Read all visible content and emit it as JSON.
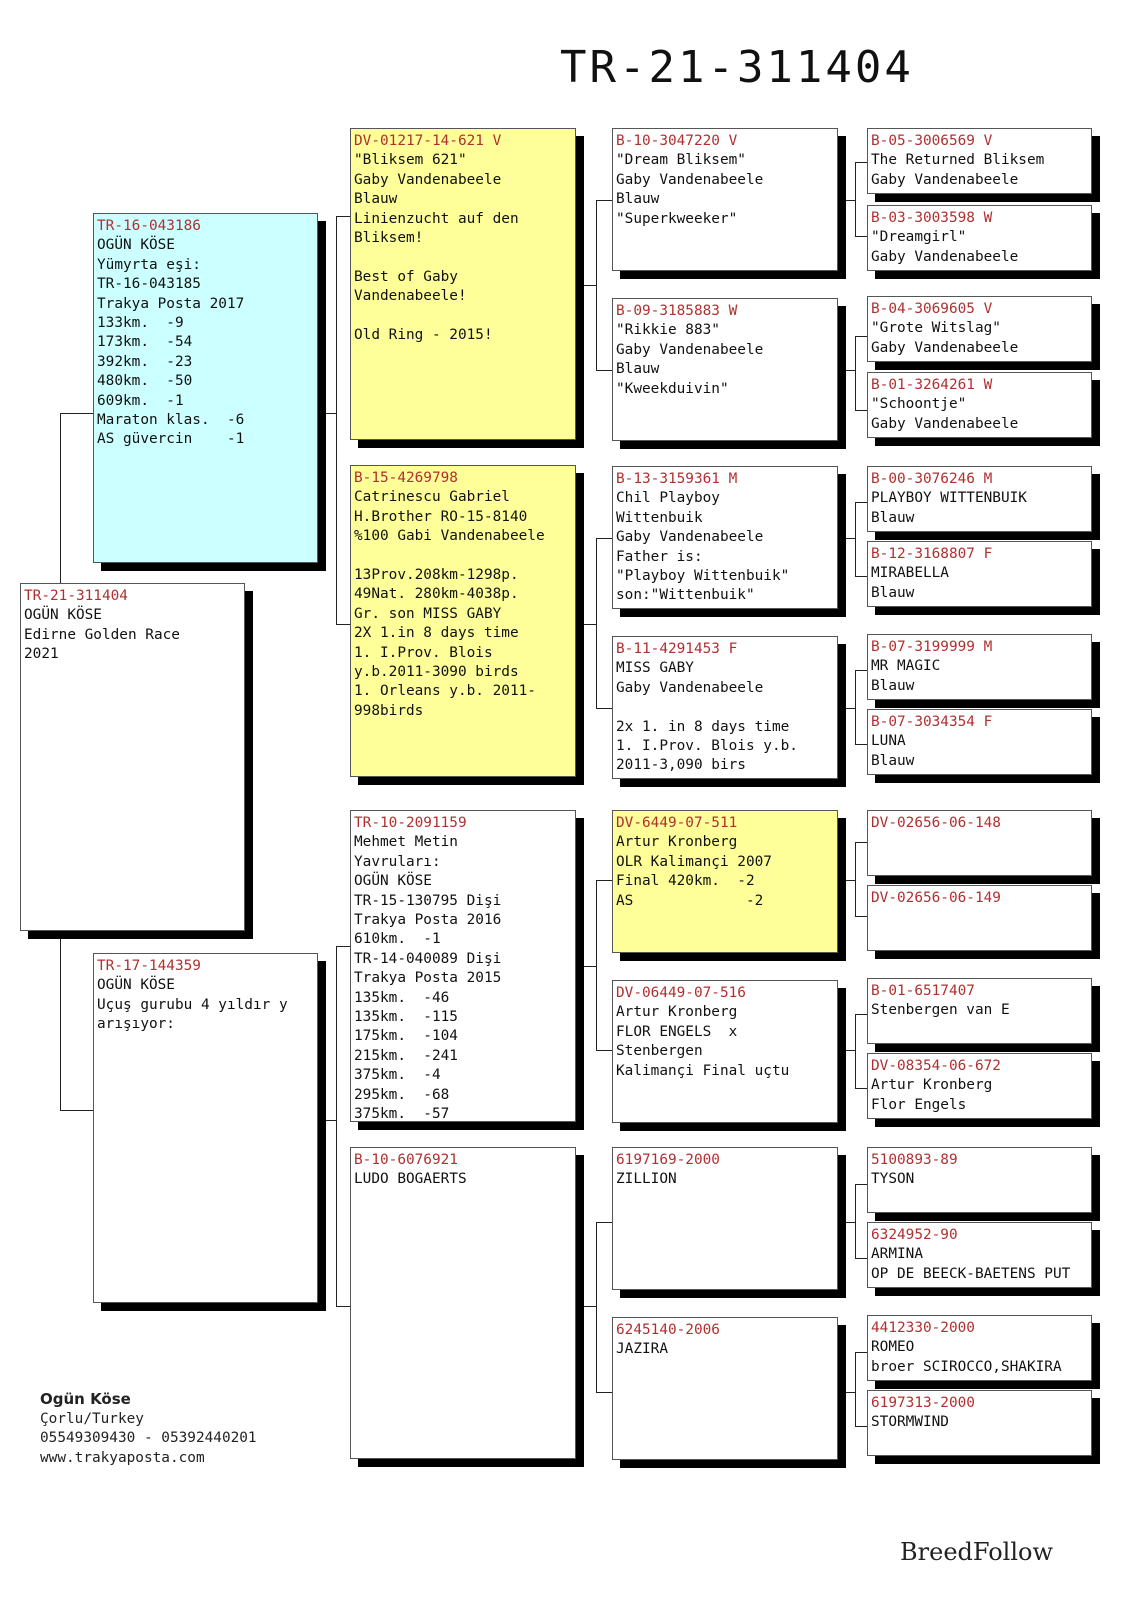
{
  "title": "TR-21-311404",
  "boxes": {
    "subject": {
      "id": "TR-21-311404",
      "lines": [
        "OGÜN KÖSE",
        "Edirne Golden Race",
        "2021"
      ]
    },
    "sire": {
      "id": "TR-16-043186",
      "lines": [
        "OGÜN KÖSE",
        "Yümyrta eşi:",
        "TR-16-043185",
        "Trakya Posta 2017",
        "133km.  -9",
        "173km.  -54",
        "392km.  -23",
        "480km.  -50",
        "609km.  -1",
        "Maraton klas.  -6",
        "AS güvercin    -1"
      ]
    },
    "dam": {
      "id": "TR-17-144359",
      "lines": [
        "OGÜN KÖSE",
        "Uçuş gurubu 4 yıldır y",
        "arışıyor:"
      ]
    },
    "ss": {
      "id": "DV-01217-14-621 V",
      "lines": [
        "\"Bliksem 621\"",
        "Gaby Vandenabeele",
        "Blauw",
        "Linienzucht auf den",
        "Bliksem!",
        "",
        "Best of Gaby",
        "Vandenabeele!",
        "",
        "Old Ring - 2015!"
      ]
    },
    "sd": {
      "id": "B-15-4269798",
      "lines": [
        "Catrinescu Gabriel",
        "H.Brother RO-15-8140",
        "%100 Gabi Vandenabeele",
        "",
        "13Prov.208km-1298p.",
        "49Nat. 280km-4038p.",
        "Gr. son MISS GABY",
        "2X 1.in 8 days time",
        "1. I.Prov. Blois",
        "y.b.2011-3090 birds",
        "1. Orleans y.b. 2011-",
        "998birds"
      ]
    },
    "ds": {
      "id": "TR-10-2091159",
      "lines": [
        "Mehmet Metin",
        "Yavruları:",
        "OGÜN KÖSE",
        "TR-15-130795 Dişi",
        "Trakya Posta 2016",
        "610km.  -1",
        "TR-14-040089 Dişi",
        "Trakya Posta 2015",
        "135km.  -46",
        "135km.  -115",
        "175km.  -104",
        "215km.  -241",
        "375km.  -4",
        "295km.  -68",
        "375km.  -57"
      ]
    },
    "dd": {
      "id": "B-10-6076921",
      "lines": [
        "LUDO BOGAERTS"
      ]
    },
    "sss": {
      "id": "B-10-3047220 V",
      "lines": [
        "\"Dream Bliksem\"",
        "Gaby Vandenabeele",
        "Blauw",
        "\"Superkweeker\""
      ]
    },
    "ssd": {
      "id": "B-09-3185883 W",
      "lines": [
        "\"Rikkie 883\"",
        "Gaby Vandenabeele",
        "Blauw",
        "\"Kweekduivin\""
      ]
    },
    "sds": {
      "id": "B-13-3159361 M",
      "lines": [
        "Chil Playboy",
        "Wittenbuik",
        "Gaby Vandenabeele",
        "Father is:",
        "\"Playboy Wittenbuik\"",
        "son:\"Wittenbuik\""
      ]
    },
    "sdd": {
      "id": "B-11-4291453 F",
      "lines": [
        "MISS GABY",
        "Gaby Vandenabeele",
        "",
        "2x 1. in 8 days time",
        "1. I.Prov. Blois y.b.",
        "2011-3,090 birs"
      ]
    },
    "dss": {
      "id": "DV-6449-07-511",
      "lines": [
        "Artur Kronberg",
        "OLR Kalimançi 2007",
        "Final 420km.  -2",
        "AS             -2"
      ]
    },
    "dsd": {
      "id": "DV-06449-07-516",
      "lines": [
        "Artur Kronberg",
        "FLOR ENGELS  x",
        "Stenbergen",
        "Kalimançi Final uçtu"
      ]
    },
    "dds": {
      "id": "6197169-2000",
      "lines": [
        "ZILLION"
      ]
    },
    "ddd": {
      "id": "6245140-2006",
      "lines": [
        "JAZIRA"
      ]
    },
    "g1": {
      "id": "B-05-3006569 V",
      "lines": [
        "The Returned Bliksem",
        "Gaby Vandenabeele"
      ]
    },
    "g2": {
      "id": "B-03-3003598 W",
      "lines": [
        "\"Dreamgirl\"",
        "Gaby Vandenabeele"
      ]
    },
    "g3": {
      "id": "B-04-3069605 V",
      "lines": [
        "\"Grote Witslag\"",
        "Gaby Vandenabeele"
      ]
    },
    "g4": {
      "id": "B-01-3264261 W",
      "lines": [
        "\"Schoontje\"",
        "Gaby Vandenabeele"
      ]
    },
    "g5": {
      "id": "B-00-3076246 M",
      "lines": [
        "PLAYBOY WITTENBUIK",
        "Blauw"
      ]
    },
    "g6": {
      "id": "B-12-3168807 F",
      "lines": [
        "MIRABELLA",
        "Blauw"
      ]
    },
    "g7": {
      "id": "B-07-3199999 M",
      "lines": [
        "MR MAGIC",
        "Blauw"
      ]
    },
    "g8": {
      "id": "B-07-3034354 F",
      "lines": [
        "LUNA",
        "Blauw"
      ]
    },
    "g9": {
      "id": "DV-02656-06-148",
      "lines": []
    },
    "g10": {
      "id": "DV-02656-06-149",
      "lines": []
    },
    "g11": {
      "id": "B-01-6517407",
      "lines": [
        "Stenbergen van E"
      ]
    },
    "g12": {
      "id": "DV-08354-06-672",
      "lines": [
        "Artur Kronberg",
        "Flor Engels"
      ]
    },
    "g13": {
      "id": "5100893-89",
      "lines": [
        "TYSON"
      ]
    },
    "g14": {
      "id": "6324952-90",
      "lines": [
        "ARMINA",
        "OP DE BEECK-BAETENS PUT"
      ]
    },
    "g15": {
      "id": "4412330-2000",
      "lines": [
        "ROMEO",
        "broer SCIROCCO,SHAKIRA"
      ]
    },
    "g16": {
      "id": "6197313-2000",
      "lines": [
        "STORMWIND"
      ]
    }
  },
  "footer": {
    "name": "Ogün Köse",
    "city": "Çorlu/Turkey",
    "phones": "05549309430 - 05392440201",
    "web": "www.trakyaposta.com"
  },
  "brand": "BreedFollow"
}
